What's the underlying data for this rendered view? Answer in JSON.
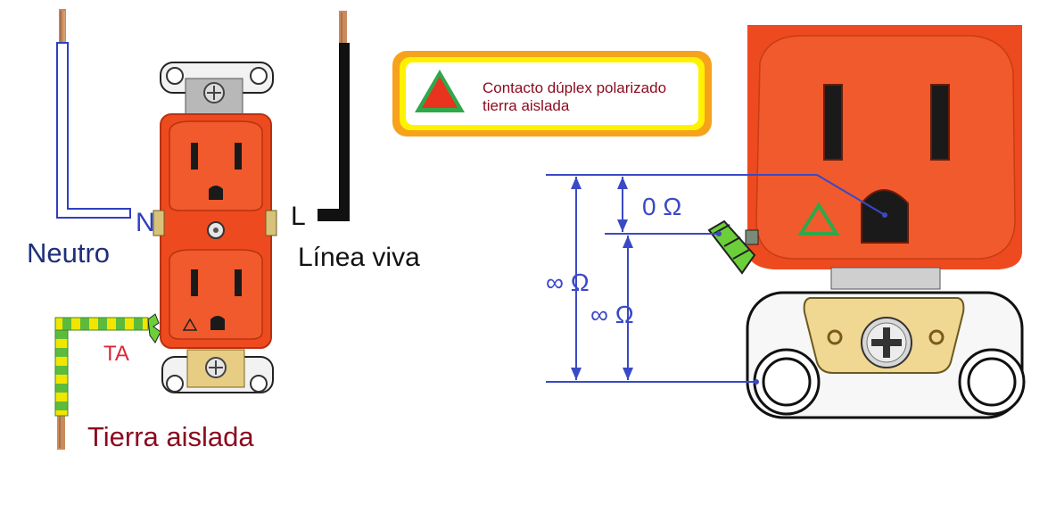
{
  "legend": {
    "line1": "Contacto dúplex polarizado",
    "line2": "tierra aislada",
    "icon": "red-triangle-green-outline-icon"
  },
  "left_labels": {
    "n_letter": "N",
    "neutral": "Neutro",
    "l_letter": "L",
    "live": "Línea viva",
    "ta": "TA",
    "ground": "Tierra aislada"
  },
  "measurements": {
    "zero": "0 Ω",
    "inf_outer": "∞ Ω",
    "inf_inner": "∞ Ω"
  },
  "colors": {
    "outlet": "#ee4a1f",
    "neutral_wire": "#2f3fbf",
    "live_wire": "#111111",
    "ground_wire": "#5dbb3c",
    "ground_stripe": "#f2e500",
    "dimension": "#3a49c6",
    "label_dark_red": "#8b0a1e",
    "label_navy": "#1f2f7a",
    "legend_border": "#f7a21b",
    "legend_inner": "#fff200",
    "brass": "#f0d792"
  }
}
